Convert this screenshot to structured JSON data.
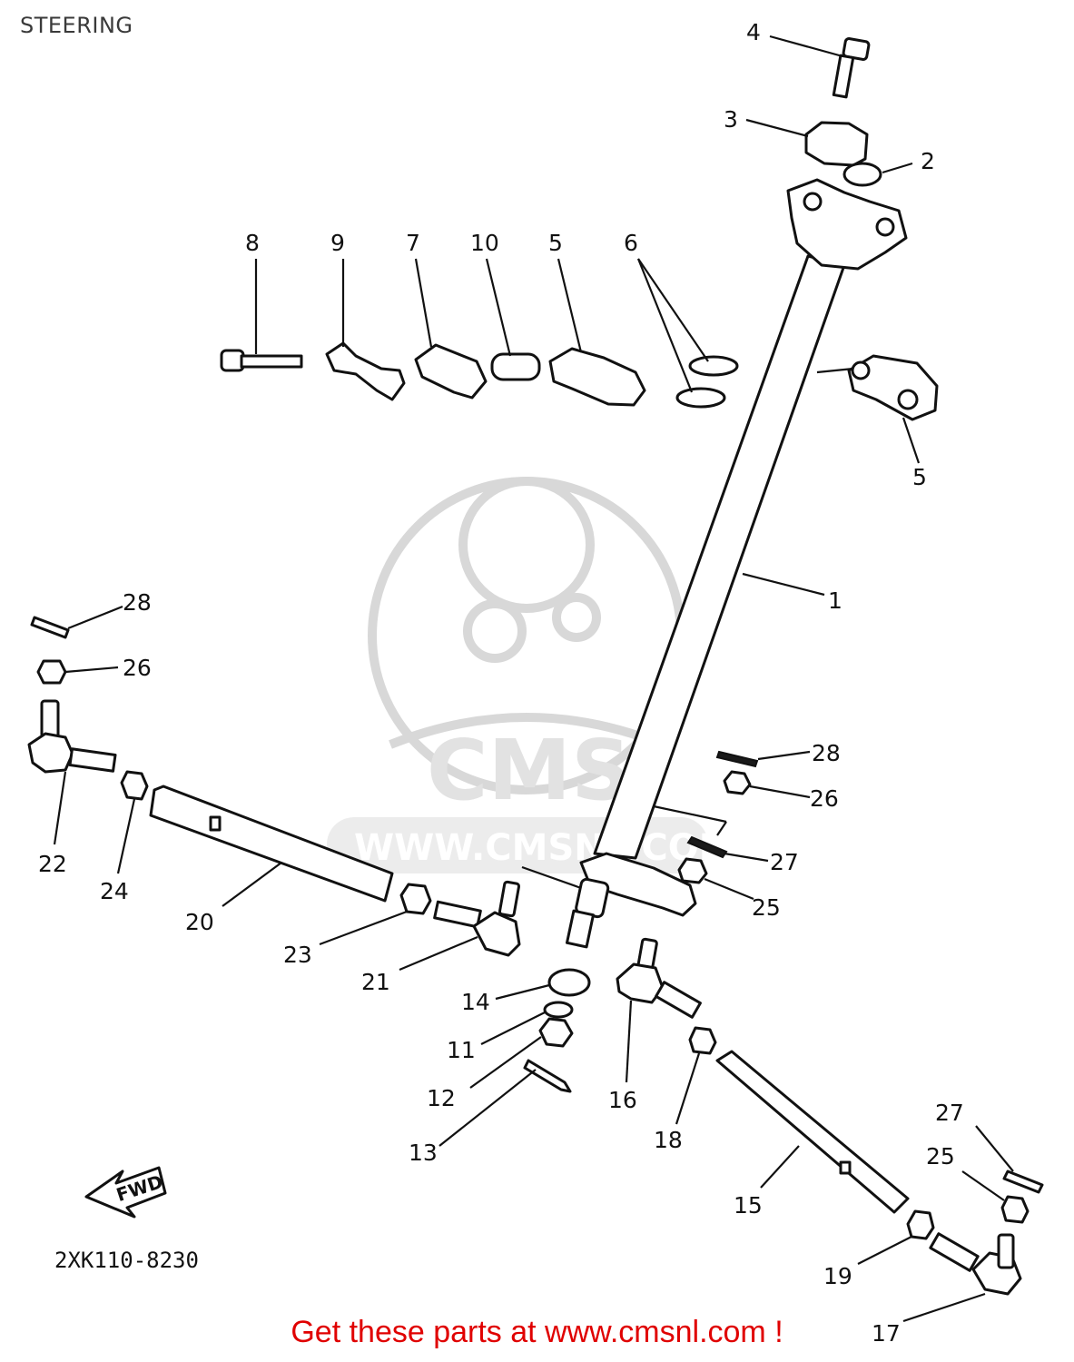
{
  "header": {
    "title": "STEERING"
  },
  "diagram": {
    "part_code": "2XK110-8230",
    "fwd_label": "FWD",
    "watermark": {
      "brand": "CMS",
      "url": "WWW.CMSNL.COM"
    },
    "callouts": [
      "1",
      "2",
      "3",
      "4",
      "5",
      "5",
      "6",
      "7",
      "8",
      "9",
      "10",
      "11",
      "12",
      "13",
      "14",
      "15",
      "16",
      "17",
      "18",
      "19",
      "20",
      "21",
      "22",
      "23",
      "24",
      "25",
      "25",
      "26",
      "26",
      "27",
      "27",
      "28",
      "28"
    ]
  },
  "footer": {
    "text": "Get these parts at www.cmsnl.com !"
  }
}
